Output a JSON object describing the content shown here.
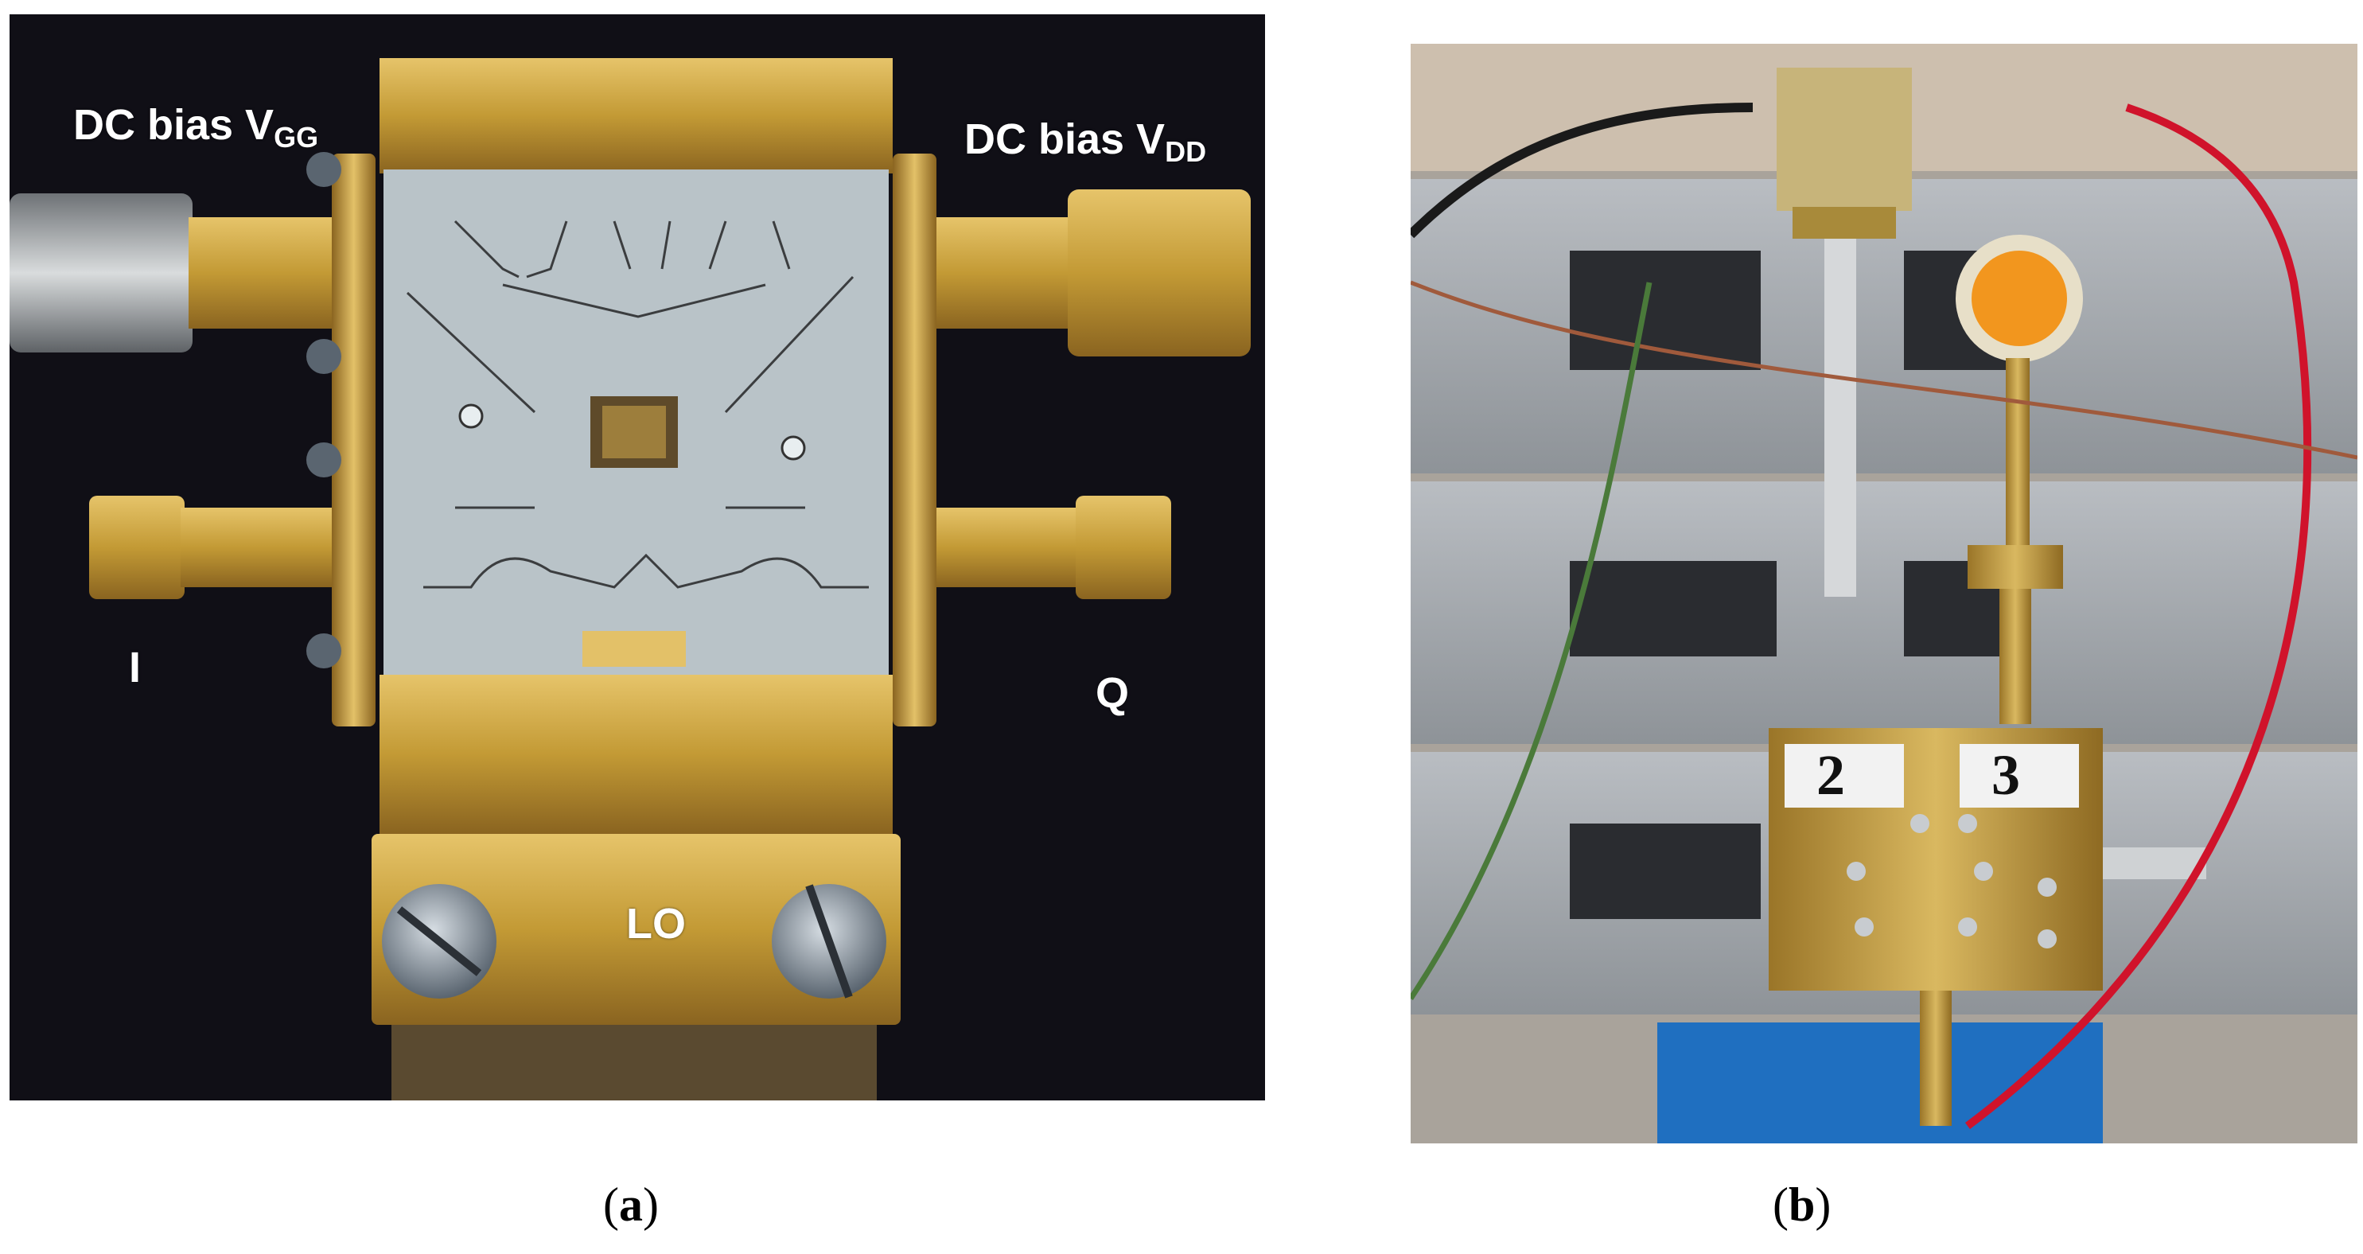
{
  "panel_a": {
    "labels": {
      "dc_bias_vgg_main": "DC bias V",
      "dc_bias_vgg_sub": "GG",
      "dc_bias_vdd_main": "DC bias V",
      "dc_bias_vdd_sub": "DD",
      "port_i": "I",
      "port_q": "Q",
      "port_lo": "LO"
    },
    "caption_letter": "a"
  },
  "panel_b": {
    "waveguide_numbers": [
      "2",
      "3"
    ],
    "caption_letter": "b"
  },
  "colors": {
    "gold": "#c9a13a",
    "gold_dark": "#7a5a18",
    "board": "#b9c3c8",
    "background_a": "#0e0d14",
    "red_cable": "#d0132b"
  }
}
